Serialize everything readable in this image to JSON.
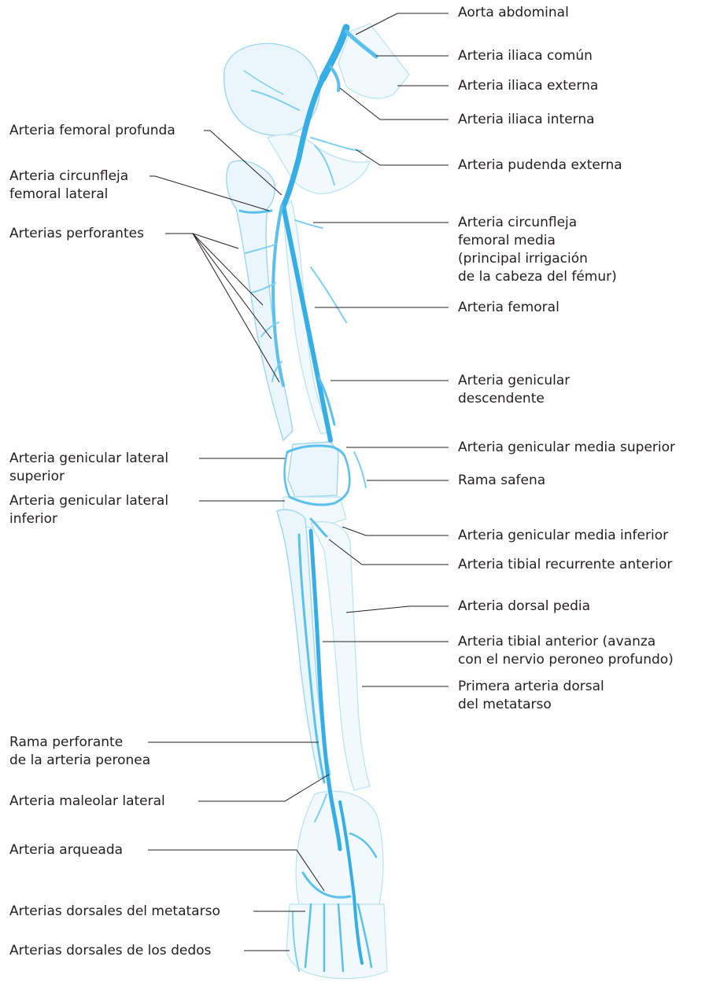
{
  "labels_right": {
    "aorta": "Aorta abdominal",
    "iliaca_comun": "Arteria iliaca común",
    "iliaca_externa": "Arteria iliaca externa",
    "iliaca_interna": "Arteria iliaca interna",
    "pudenda": "Arteria pudenda externa",
    "circunfleja_media": [
      "Arteria circunfleja",
      "femoral media",
      "(principal irrigación",
      "de la cabeza del fémur)"
    ],
    "femoral": "Arteria femoral",
    "genicular_descendente": [
      "Arteria genicular",
      "descendente"
    ],
    "genicular_media_superior": "Arteria genicular media superior",
    "rama_safena": "Rama safena",
    "genicular_media_inferior": "Arteria genicular media inferior",
    "tibial_recurrente": "Arteria tibial recurrente anterior",
    "tibial_anterior": [
      "Arteria tibial anterior (avanza",
      "con el nervio peroneo profundo)"
    ],
    "dorsal_pedia": "Arteria dorsal pedia",
    "primera_dorsal_metatarso": [
      "Primera arteria dorsal",
      "del metatarso"
    ]
  },
  "labels_left": {
    "femoral_profunda": "Arteria femoral profunda",
    "circunfleja_lateral": [
      "Arteria circunfleja",
      "femoral lateral"
    ],
    "perforantes": "Arterias perforantes",
    "genicular_lateral_superior": [
      "Arteria genicular lateral",
      "superior"
    ],
    "genicular_lateral_inferior": [
      "Arteria genicular lateral",
      "inferior"
    ],
    "rama_perforante_peronea": [
      "Rama perforante",
      "de la arteria peronea"
    ],
    "maleolar_lateral": "Arteria maleolar lateral",
    "arqueada": "Arteria arqueada",
    "dorsales_metatarso": "Arterias dorsales del metatarso",
    "dorsales_dedos": "Arterias dorsales de los dedos"
  },
  "colors": {
    "artery": "#36aee5",
    "bone_fill": "#eaf6fc",
    "bone_outline": "#9fd6f1",
    "text": "#231f20"
  }
}
